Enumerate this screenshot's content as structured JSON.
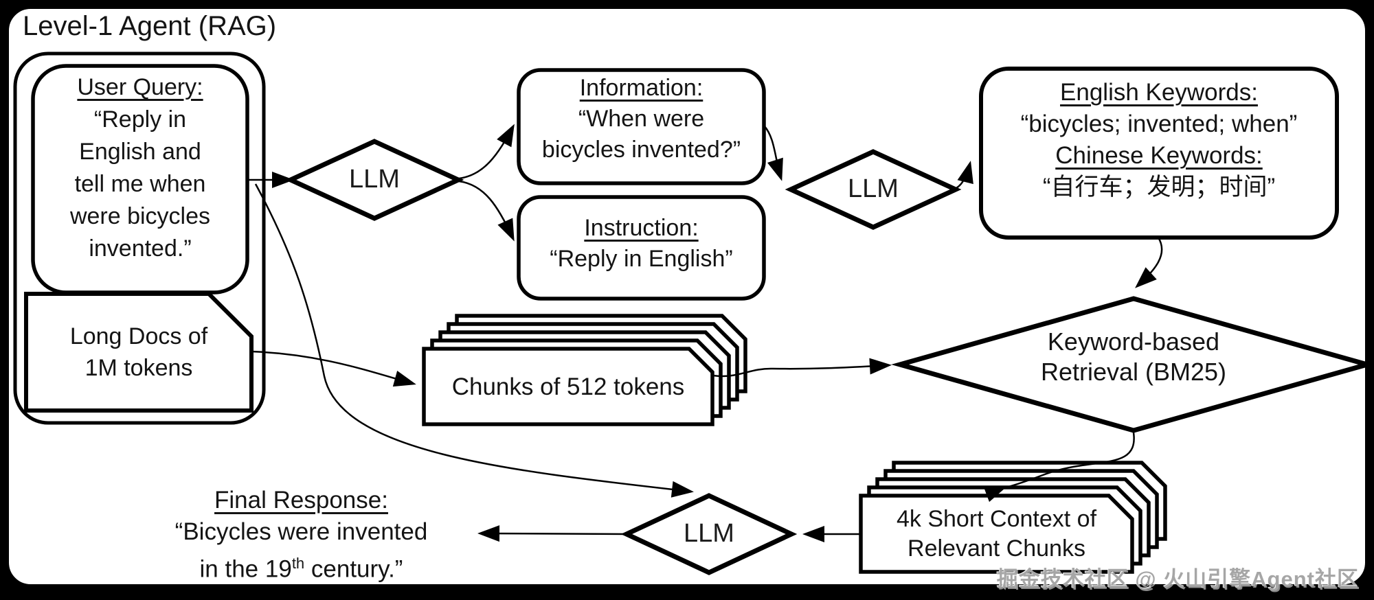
{
  "frame": {
    "title": "Level-1 Agent (RAG)"
  },
  "colors": {
    "background": "#000000",
    "panel": "#ffffff",
    "stroke": "#000000",
    "watermark": "#a6a6a6"
  },
  "nodes": {
    "user_query": {
      "title": "User Query:",
      "body": "“Reply in\nEnglish and\ntell me when\nwere bicycles\ninvented.”"
    },
    "long_docs": {
      "body": "Long Docs of\n1M tokens"
    },
    "llm1": {
      "label": "LLM"
    },
    "information": {
      "title": "Information:",
      "body": "“When were\nbicycles invented?”"
    },
    "instruction": {
      "title": "Instruction:",
      "body": "“Reply in English”"
    },
    "llm2": {
      "label": "LLM"
    },
    "keywords": {
      "english_title": "English Keywords:",
      "english_body": "“bicycles; invented; when”",
      "chinese_title": "Chinese Keywords:",
      "chinese_body": "“自行车；发明；时间”"
    },
    "retrieval": {
      "label": "Keyword-based\nRetrieval (BM25)"
    },
    "chunks": {
      "label": "Chunks of 512 tokens"
    },
    "context": {
      "label": "4k Short Context of\nRelevant Chunks"
    },
    "llm3": {
      "label": "LLM"
    },
    "final_response": {
      "title": "Final Response:",
      "line1": "“Bicycles were invented",
      "line2_pre": "in the 19",
      "line2_sup": "th",
      "line2_post": " century.”"
    }
  },
  "watermark": "掘金技术社区 @ 火山引擎Agent社区"
}
